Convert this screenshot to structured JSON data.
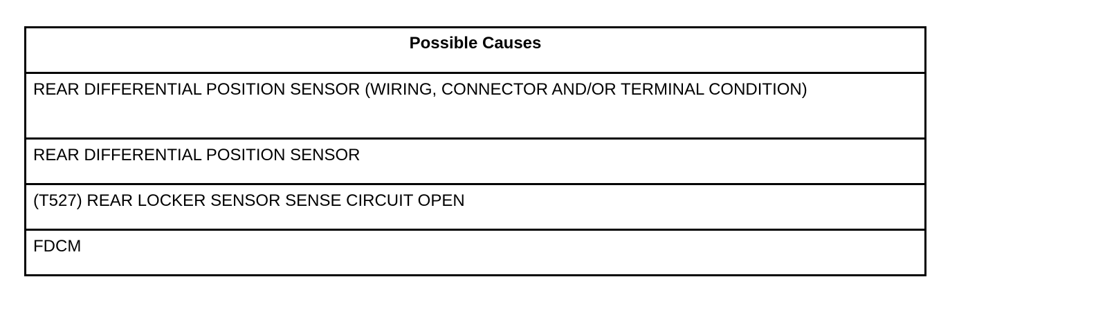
{
  "table": {
    "header": "Possible Causes",
    "rows": [
      "REAR DIFFERENTIAL POSITION SENSOR (WIRING, CONNECTOR AND/OR TERMINAL CONDITION)",
      "REAR DIFFERENTIAL POSITION SENSOR",
      "(T527) REAR LOCKER SENSOR SENSE CIRCUIT OPEN",
      "FDCM"
    ]
  }
}
